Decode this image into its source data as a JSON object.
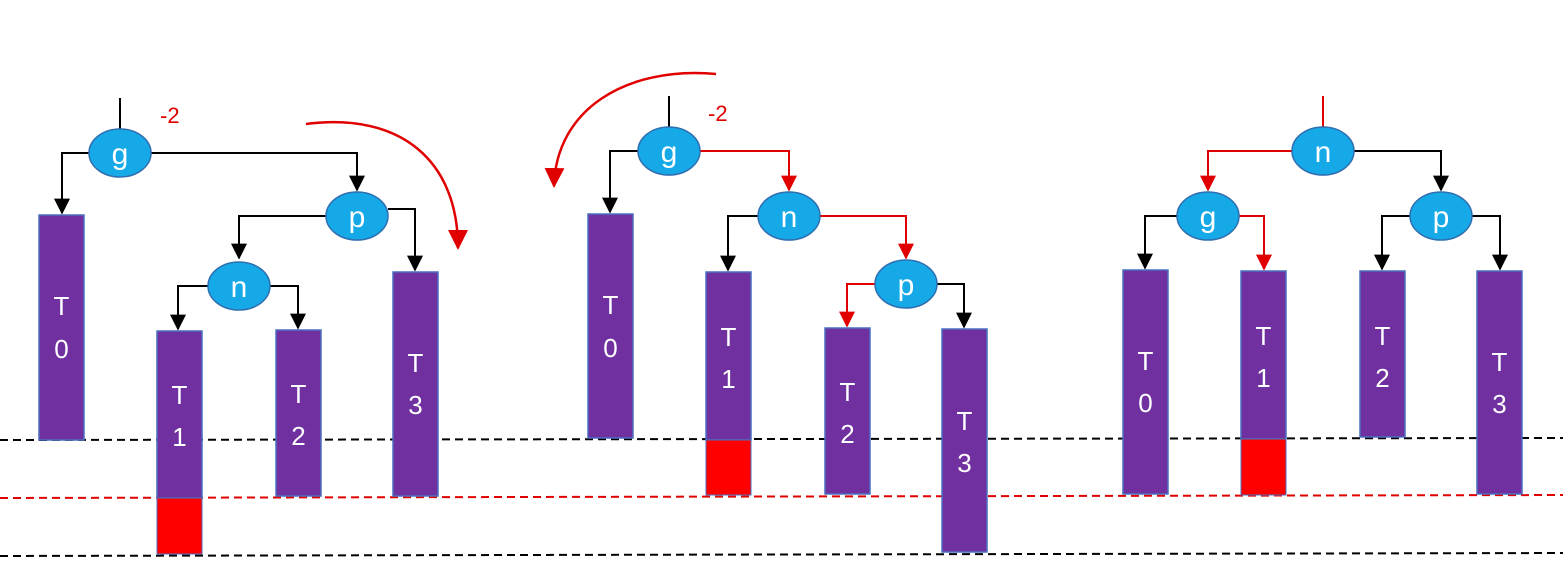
{
  "colors": {
    "node_fill": "#16a9e8",
    "node_stroke": "#2f6fb0",
    "subtree_fill": "#7030a0",
    "subtree_stroke": "#4a6fc0",
    "overflow_fill": "#ff0000",
    "edge": "#000000",
    "highlight": "#e00000"
  },
  "panels": [
    {
      "balance": "-2",
      "nodes": {
        "g": "g",
        "p": "p",
        "n": "n"
      },
      "subtrees": {
        "t0": [
          "T",
          "0"
        ],
        "t1": [
          "T",
          "1"
        ],
        "t2": [
          "T",
          "2"
        ],
        "t3": [
          "T",
          "3"
        ]
      }
    },
    {
      "balance": "-2",
      "nodes": {
        "g": "g",
        "n": "n",
        "p": "p"
      },
      "subtrees": {
        "t0": [
          "T",
          "0"
        ],
        "t1": [
          "T",
          "1"
        ],
        "t2": [
          "T",
          "2"
        ],
        "t3": [
          "T",
          "3"
        ]
      }
    },
    {
      "nodes": {
        "n": "n",
        "g": "g",
        "p": "p"
      },
      "subtrees": {
        "t0": [
          "T",
          "0"
        ],
        "t1": [
          "T",
          "1"
        ],
        "t2": [
          "T",
          "2"
        ],
        "t3": [
          "T",
          "3"
        ]
      }
    }
  ]
}
